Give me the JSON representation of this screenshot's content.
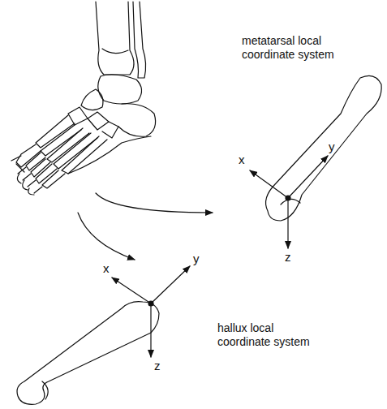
{
  "diagram": {
    "labels": [
      "metatarsal local coordinate system",
      "x",
      "y",
      "z",
      "x",
      "y",
      "z",
      "hallux local coordinate system"
    ]
  }
}
